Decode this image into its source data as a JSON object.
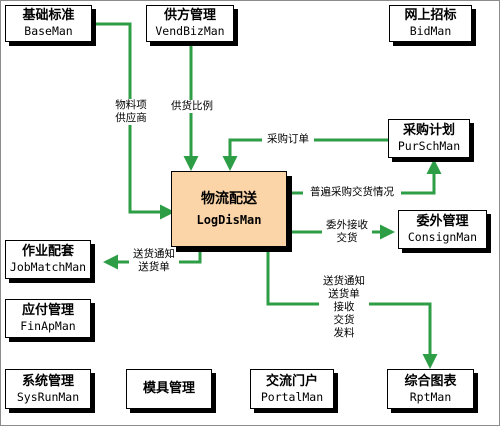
{
  "colors": {
    "arrow": "#2e9e46",
    "core_fill": "#fbd4a8",
    "box_border": "#000000",
    "frame": "#8c8c8c"
  },
  "modules": {
    "base": {
      "cn": "基础标准",
      "en": "BaseMan"
    },
    "vend": {
      "cn": "供方管理",
      "en": "VendBizMan"
    },
    "bid": {
      "cn": "网上招标",
      "en": "BidMan"
    },
    "pursch": {
      "cn": "采购计划",
      "en": "PurSchMan"
    },
    "logdis": {
      "cn": "物流配送",
      "en": "LogDisMan"
    },
    "consign": {
      "cn": "委外管理",
      "en": "ConsignMan"
    },
    "job": {
      "cn": "作业配套",
      "en": "JobMatchMan"
    },
    "finap": {
      "cn": "应付管理",
      "en": "FinApMan"
    },
    "sysrun": {
      "cn": "系统管理",
      "en": "SysRunMan"
    },
    "mold": {
      "cn": "模具管理",
      "en": ""
    },
    "portal": {
      "cn": "交流门户",
      "en": "PortalMan"
    },
    "rpt": {
      "cn": "综合图表",
      "en": "RptMan"
    }
  },
  "flows": {
    "base_to_logdis": [
      "物料项",
      "供应商"
    ],
    "vend_to_logdis": [
      "供货比例"
    ],
    "pursch_to_logdis": [
      "采购订单"
    ],
    "logdis_to_pursch": [
      "普遍采购交货情况"
    ],
    "logdis_to_consign": [
      "委外接收",
      "交货"
    ],
    "logdis_to_job": [
      "送货通知",
      "送货单"
    ],
    "logdis_to_rpt": [
      "送货通知",
      "送货单",
      "接收",
      "交货",
      "发料"
    ]
  }
}
